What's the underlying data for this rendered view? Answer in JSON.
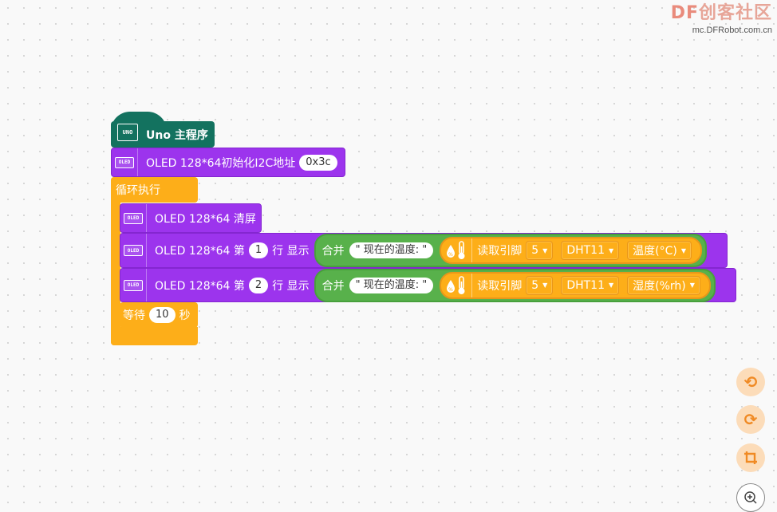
{
  "watermark": {
    "brand_df": "DF",
    "brand_name": "创客社区",
    "url": "mc.DFRobot.com.cn"
  },
  "blocks": {
    "main_program": {
      "label": "Uno 主程序",
      "icon_text": "UNO"
    },
    "oled_init": {
      "label": "OLED 128*64初始化I2C地址",
      "address": "0x3c",
      "icon_text": "OLED"
    },
    "loop": {
      "label": "循环执行"
    },
    "oled_clear": {
      "label": "OLED 128*64 清屏",
      "icon_text": "OLED"
    },
    "oled_line1": {
      "prefix": "OLED 128*64 第",
      "line": "1",
      "suffix": "行 显示",
      "icon_text": "OLED",
      "concat": {
        "label": "合并",
        "string": "\" 现在的温度: \"",
        "dht": {
          "label": "读取引脚",
          "pin": "5",
          "sensor": "DHT11",
          "measure": "温度(°C)"
        }
      }
    },
    "oled_line2": {
      "prefix": "OLED 128*64 第",
      "line": "2",
      "suffix": "行 显示",
      "icon_text": "OLED",
      "concat": {
        "label": "合并",
        "string": "\" 现在的温度: \"",
        "dht": {
          "label": "读取引脚",
          "pin": "5",
          "sensor": "DHT11",
          "measure": "湿度(%rh)"
        }
      }
    },
    "wait": {
      "prefix": "等待",
      "value": "10",
      "suffix": "秒"
    }
  },
  "controls": {
    "undo_icon": "undo-icon",
    "redo_icon": "redo-icon",
    "crop_icon": "crop-icon",
    "zoom_in_icon": "zoom-in-icon"
  },
  "colors": {
    "hat": "#13725f",
    "oled": "#9c34ed",
    "control": "#fdae19",
    "operator": "#58b14b",
    "background": "#f9f9f9"
  }
}
